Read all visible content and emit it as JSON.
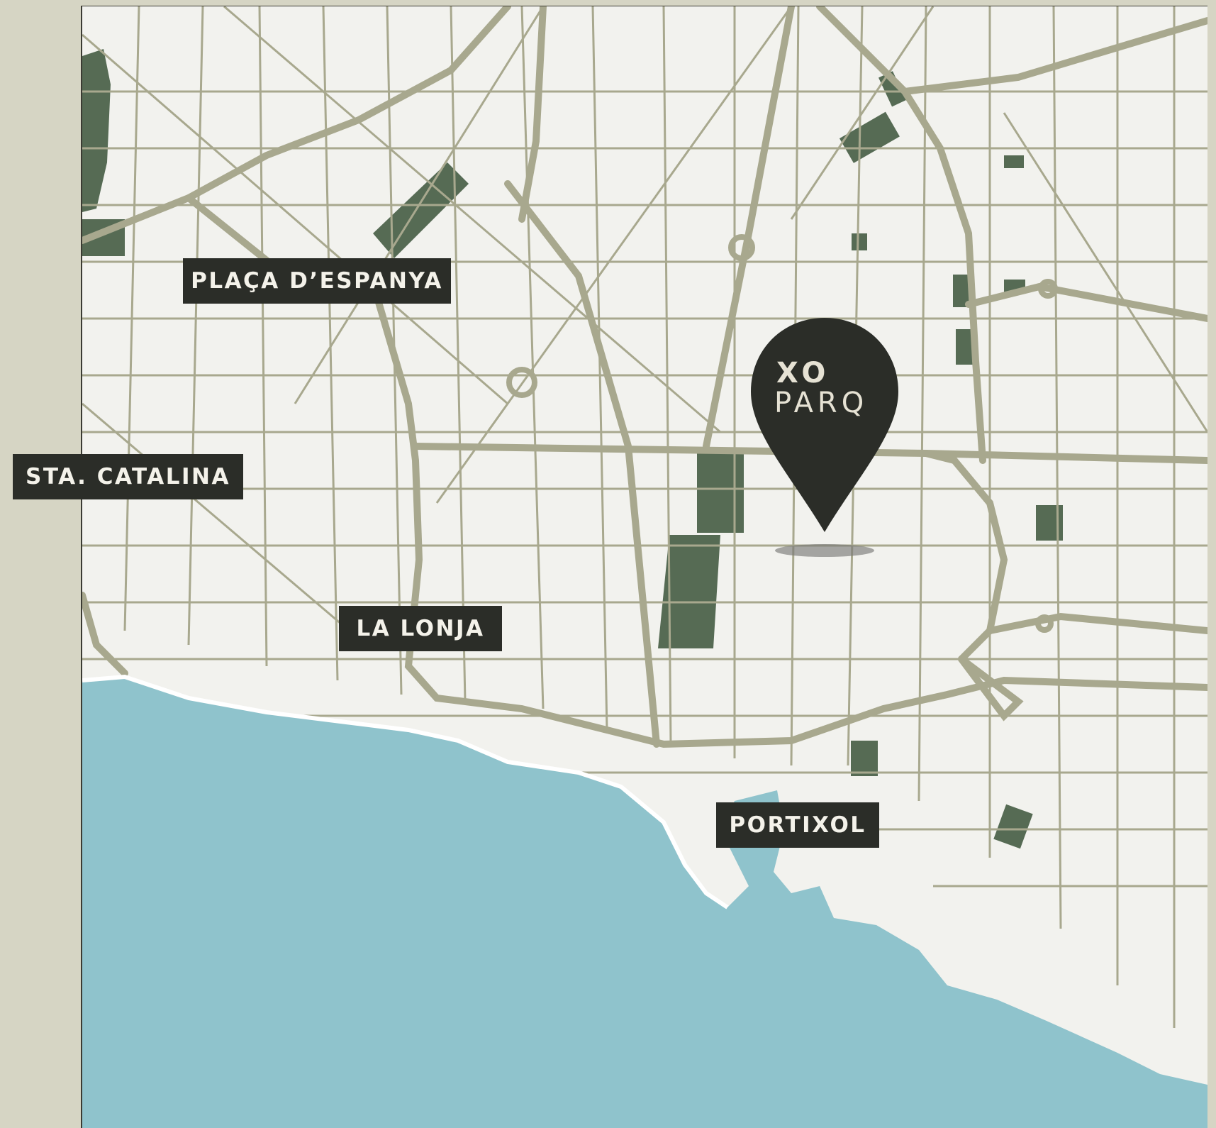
{
  "map": {
    "colors": {
      "background": "#d6d5c4",
      "land": "#f2f2ee",
      "road": "#a8a88e",
      "park": "#566b54",
      "sea": "#8fc3cc",
      "label_bg": "#2b2d28",
      "label_text": "#f4f2ea",
      "pin": "#2b2d28"
    },
    "labels": {
      "placa": "PLAÇA D’ESPANYA",
      "catalina": "STA. CATALINA",
      "lonja": "LA LONJA",
      "portixol": "PORTIXOL"
    },
    "marker": {
      "line1": "XO",
      "line2": "PARQ",
      "icon": "map-pin-icon"
    }
  }
}
